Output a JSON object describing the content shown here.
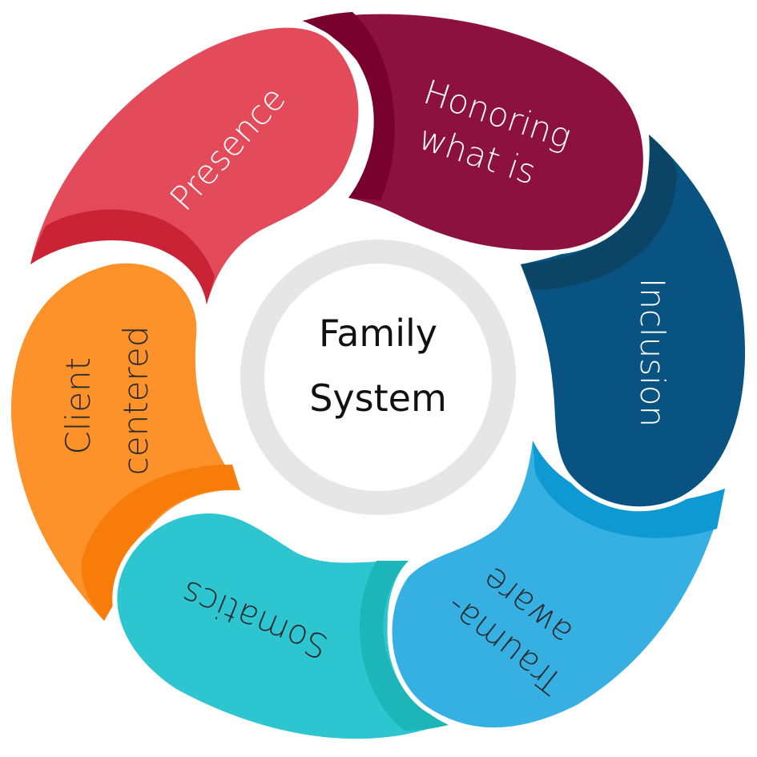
{
  "diagram": {
    "title": "Family System",
    "center": {
      "lines": [
        "Family",
        "System"
      ],
      "ring_color": "#e6e6e6",
      "fill_color": "#ffffff",
      "text_color": "#111111"
    },
    "segments": [
      {
        "id": "presence",
        "lines": [
          "Presence"
        ],
        "color": "#e34a5a",
        "shade": "#c92335",
        "text_color": "#ffffff"
      },
      {
        "id": "honoring-what-is",
        "lines": [
          "Honoring",
          "what is"
        ],
        "color": "#8c113e",
        "shade": "#77002d",
        "text_color": "#ffffff"
      },
      {
        "id": "inclusion",
        "lines": [
          "Inclusion"
        ],
        "color": "#085382",
        "shade": "#0c4466",
        "text_color": "#ffffff"
      },
      {
        "id": "trauma-aware",
        "lines": [
          "Trauma-",
          "aware"
        ],
        "color": "#36b0e2",
        "shade": "#0e99d2",
        "text_color": "#2a2a2a"
      },
      {
        "id": "somatics",
        "lines": [
          "Somatics"
        ],
        "color": "#2cc5d0",
        "shade": "#1cb5b8",
        "text_color": "#2a2a2a"
      },
      {
        "id": "client-centered",
        "lines": [
          "Client",
          "centered"
        ],
        "color": "#fd922a",
        "shade": "#f77c0a",
        "text_color": "#2a2a2a"
      }
    ]
  }
}
